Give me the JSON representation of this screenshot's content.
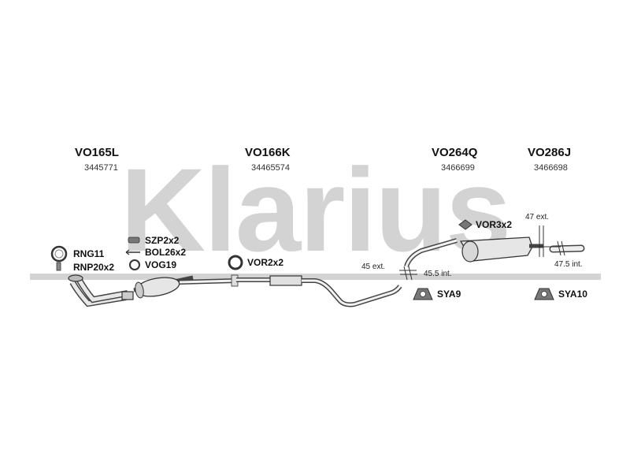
{
  "watermark": {
    "text": "Klarius",
    "color": "#cfcfcf"
  },
  "groups": [
    {
      "code": "VO165L",
      "number": "3445771"
    },
    {
      "code": "VO166K",
      "number": "34465574"
    },
    {
      "code": "VO264Q",
      "number": "3466699"
    },
    {
      "code": "VO286J",
      "number": "3466698"
    }
  ],
  "parts": {
    "rng": "RNG11",
    "rnp": "RNP20x2",
    "szp": "SZP2x2",
    "bol": "BOL26x2",
    "vog": "VOG19",
    "vor2": "VOR2x2",
    "vor3": "VOR3x2",
    "sya9": "SYA9",
    "sya10": "SYA10"
  },
  "dimensions": {
    "d47": "47 ext.",
    "d475": "47.5 int.",
    "d45": "45 ext.",
    "d455": "45.5 int."
  }
}
